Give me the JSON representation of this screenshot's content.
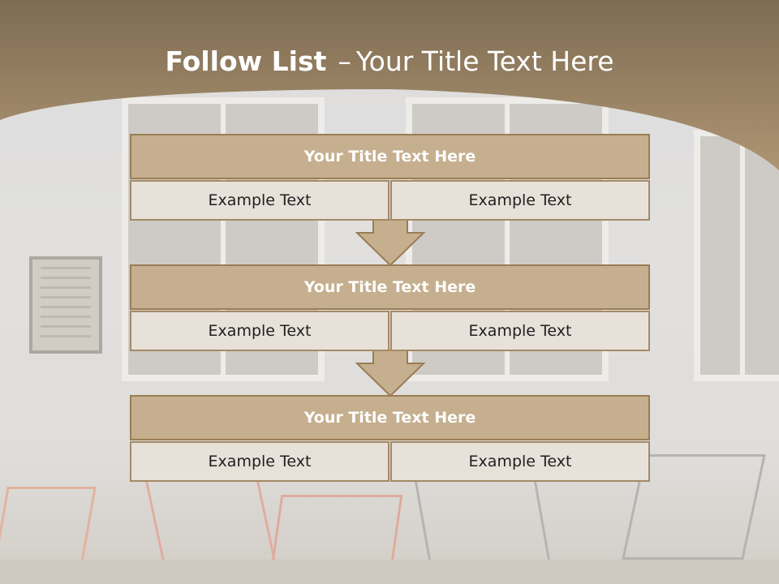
{
  "slide": {
    "title_bold": "Follow List",
    "title_dash": "–",
    "title_rest": "Your Title Text Here"
  },
  "blocks": [
    {
      "title": "Your Title Text Here",
      "left": "Example Text",
      "right": "Example Text"
    },
    {
      "title": "Your Title Text Here",
      "left": "Example Text",
      "right": "Example Text"
    },
    {
      "title": "Your Title Text Here",
      "left": "Example Text",
      "right": "Example Text"
    }
  ],
  "colors": {
    "header_top": "#7e6b52",
    "header_bottom": "#ad9572",
    "block_title_fill": "#c5af8e",
    "cell_fill": "#e8e1da",
    "arrow_fill": "#c5af8e",
    "border": "#9a7d55"
  },
  "icons": {
    "arrow": "down-arrow-icon"
  }
}
